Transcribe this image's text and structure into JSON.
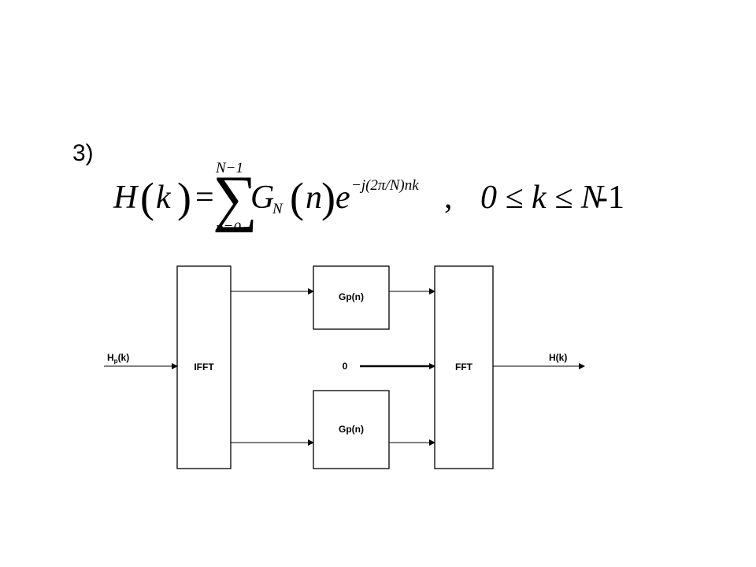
{
  "slide": {
    "item_number": "3)"
  },
  "formula": {
    "lhs_symbol": "H",
    "lhs_argument": "k",
    "equals": "=",
    "sum_symbol": "∑",
    "sum_upper_limit": "N−1",
    "sum_lower_limit": "n=0",
    "term_symbol": "G",
    "term_subscript": "N",
    "term_argument": "n",
    "exp_base": "e",
    "exp_exponent": "−j(2π/N)nk",
    "separator": ",",
    "range_condition": "0 ≤ k ≤ N",
    "range_suffix": "-1"
  },
  "diagram": {
    "input_label_main": "H",
    "input_label_sub": "p",
    "input_label_arg": "(k)",
    "ifft_label": "IFFT",
    "top_block_label": "Gp(n)",
    "zero_label": "0",
    "bottom_block_label": "Gp(n)",
    "fft_label": "FFT",
    "output_label": "H(k)"
  }
}
